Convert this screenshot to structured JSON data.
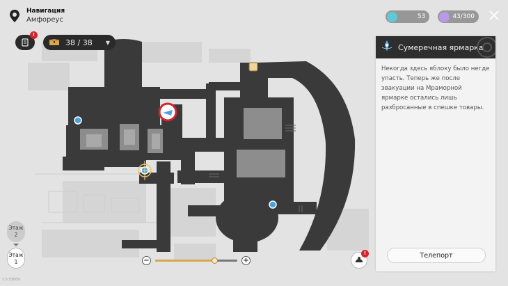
{
  "navigation": {
    "title": "Навигация",
    "region": "Амфореус"
  },
  "chests": {
    "label": "38 / 38"
  },
  "badges": {
    "book": "!",
    "mission": "!"
  },
  "resources": {
    "first": {
      "value": "53",
      "icon": "crystal-icon",
      "color": "#5fc9d6"
    },
    "second": {
      "value": "43/300",
      "icon": "power-icon",
      "color": "#b79ae8"
    }
  },
  "panel": {
    "title": "Сумеречная ярмарка",
    "description": "Некогда здесь яблоку было негде упасть. Теперь же после эвакуации на Мраморной ярмарке остались лишь разбросанные в спешке товары.",
    "button": "Телепорт"
  },
  "floors": [
    {
      "label": "Этаж",
      "number": "2",
      "active": false
    },
    {
      "label": "Этаж",
      "number": "1",
      "active": true
    }
  ],
  "zoom": {
    "level": 0.72,
    "minus": "−",
    "plus": "+"
  },
  "version": "1.5.53009",
  "colors": {
    "accent": "#d9a74a",
    "marker": "#d1242f",
    "panel_header": "#2e2e2e",
    "teleport_marker": "#4aa3e0"
  }
}
